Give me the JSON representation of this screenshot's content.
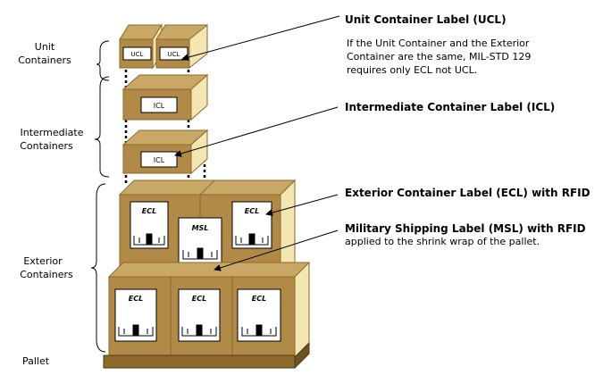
{
  "side_labels": {
    "unit": [
      "Unit",
      "Containers"
    ],
    "intermediate": [
      "Intermediate",
      "Containers"
    ],
    "exterior": [
      "Exterior",
      "Containers"
    ],
    "pallet": "Pallet"
  },
  "tags": {
    "ucl": "UCL",
    "icl": "ICL",
    "ecl": "ECL",
    "msl": "MSL"
  },
  "callouts": {
    "ucl_title": "Unit Container Label (UCL)",
    "ucl_note": [
      "If the Unit Container and the Exterior",
      "Container are the same, MIL-STD 129",
      "requires only ECL not UCL."
    ],
    "icl_title": "Intermediate Container Label (ICL)",
    "ecl_title": "Exterior Container Label (ECL) with RFID",
    "msl_title": "Military Shipping Label (MSL) with RFID",
    "msl_note": "applied to the shrink wrap of the pallet."
  },
  "colors": {
    "box_front": "#b08a46",
    "box_top": "#c9a866",
    "box_side": "#f3e6b0",
    "pallet": "#8b6a2a"
  }
}
